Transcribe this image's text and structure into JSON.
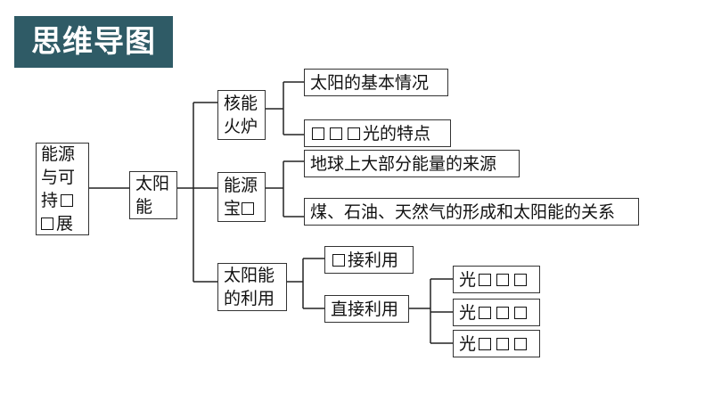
{
  "title": "思维导图",
  "root": {
    "line1": "能源",
    "line2": "与可",
    "line3": "持",
    "line4": "展"
  },
  "sun": {
    "line1": "太阳",
    "line2": "能"
  },
  "branch1": {
    "line1": "核能",
    "line2": "火炉"
  },
  "branch1_items": {
    "basic": "太阳的基本情况",
    "light_suffix": "光的特点"
  },
  "branch2": {
    "line1": "能源",
    "line2": "宝"
  },
  "branch2_items": {
    "source": "地球上大部分能量的来源",
    "relation": "煤、石油、天然气的形成和太阳能的关系"
  },
  "branch3": {
    "line1": "太阳能",
    "line2": "的利用"
  },
  "branch3_items": {
    "indirect_suffix": "接利用",
    "direct": "直接利用"
  },
  "direct_items": {
    "prefix1": "光",
    "prefix2": "光",
    "prefix3": "光"
  }
}
